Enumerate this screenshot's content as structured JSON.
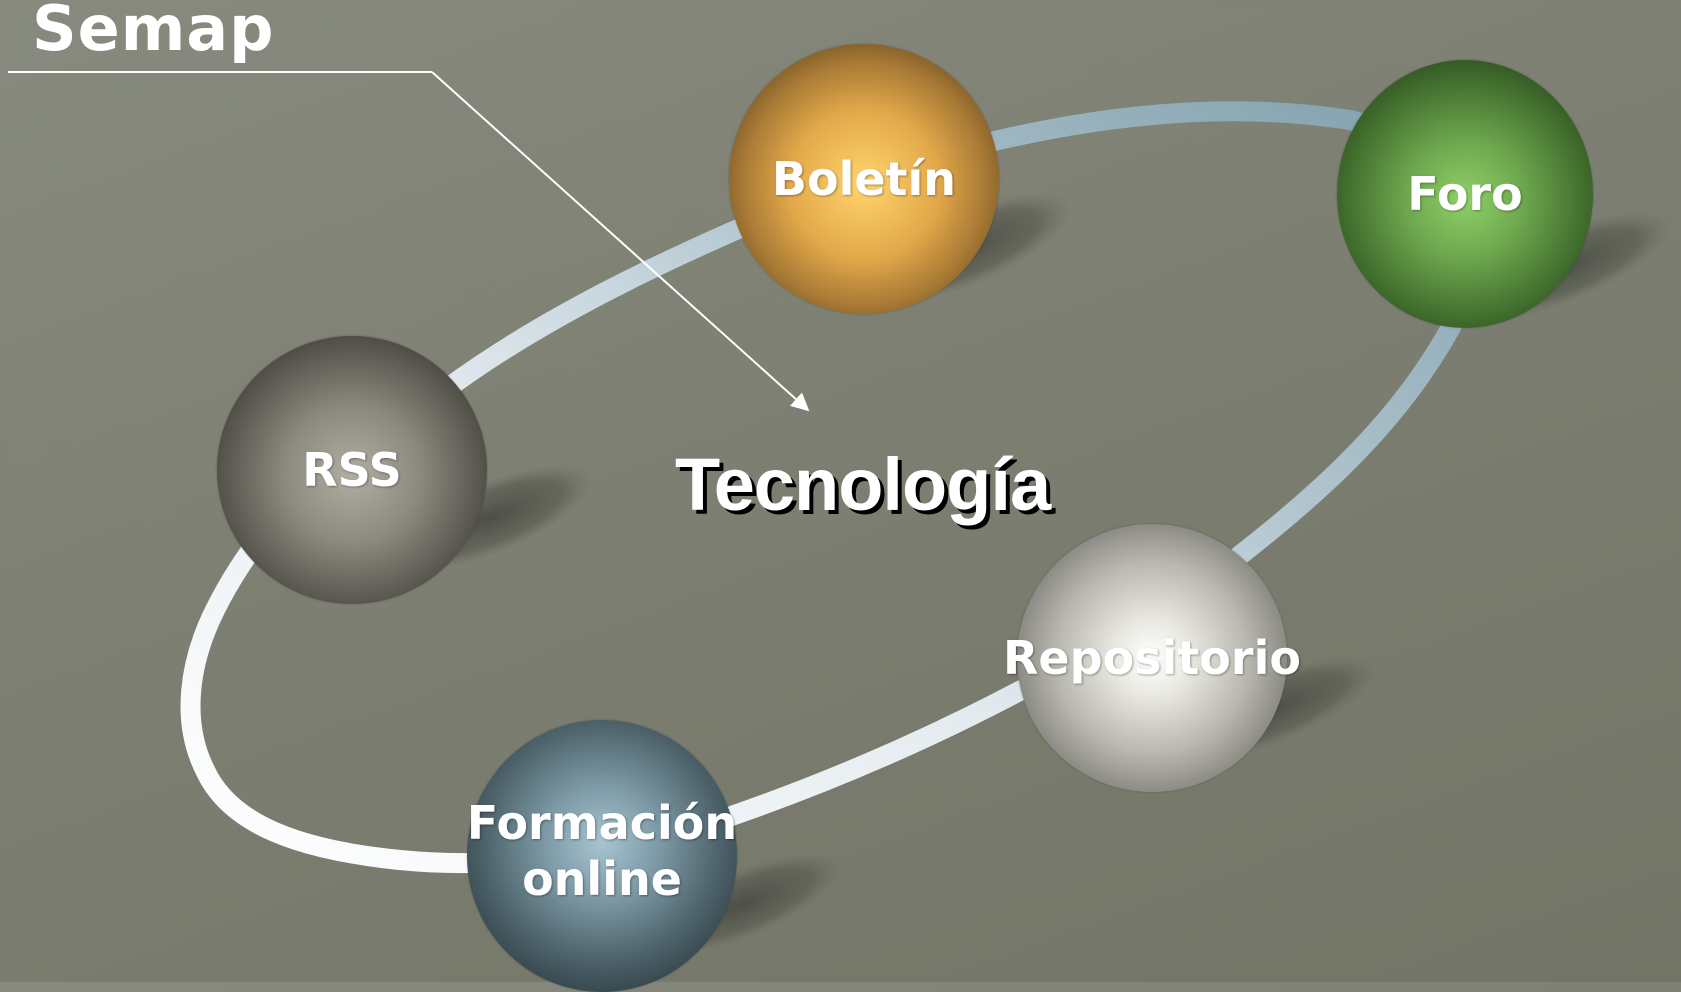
{
  "title": "Semap",
  "center": "Tecnología",
  "nodes": {
    "boletin": "Boletín",
    "foro": "Foro",
    "rss": "RSS",
    "repositorio": "Repositorio",
    "formacion": "Formación\nonline"
  },
  "colors": {
    "boletin": "#e3a84a",
    "foro": "#6fa94f",
    "rss": "#8c897e",
    "repositorio": "#e9e8e1",
    "formacion": "#7d9aa6",
    "ring": "#dfe7ec",
    "background": "#7d7f72"
  }
}
